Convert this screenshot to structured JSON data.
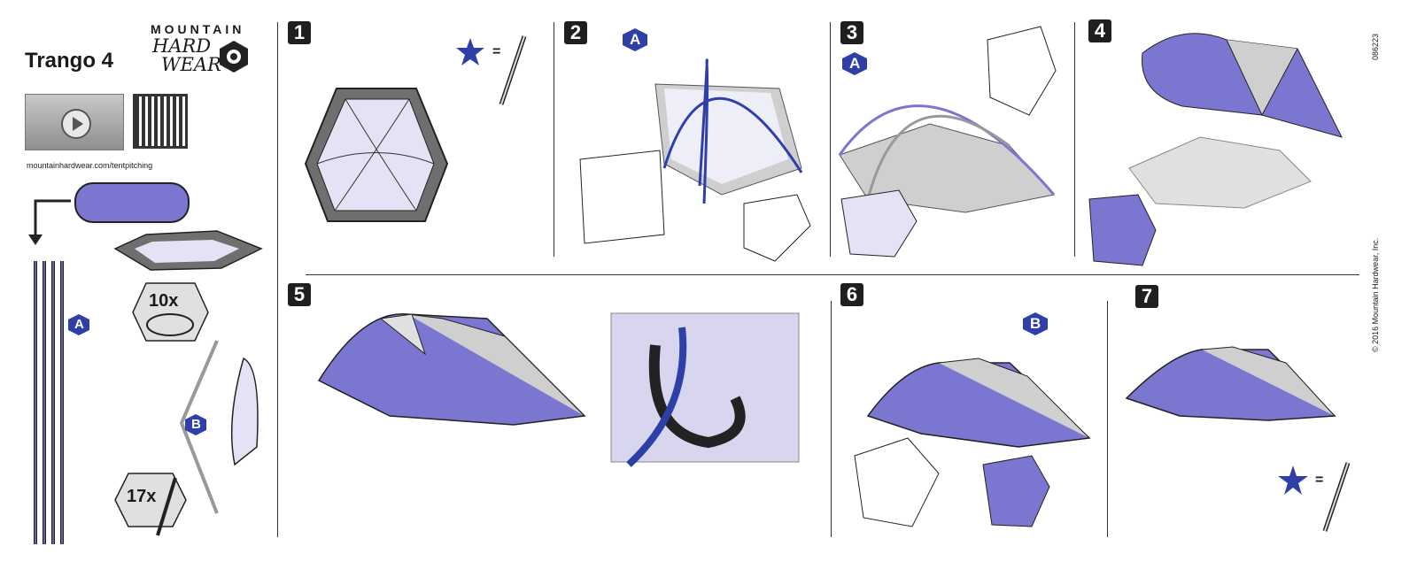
{
  "header": {
    "product_name": "Trango 4",
    "brand_top": "MOUNTAIN",
    "brand_line1": "HARD",
    "brand_line2": "WEAR",
    "url": "mountainhardwear.com/tentpitching"
  },
  "parts": {
    "pole_label": "A",
    "stake_loop_count": "10x",
    "strut_label": "B",
    "stake_count": "17x"
  },
  "steps": [
    "1",
    "2",
    "3",
    "4",
    "5",
    "6",
    "7"
  ],
  "legend_equals": "=",
  "callout_A": "A",
  "callout_B": "B",
  "side": {
    "doc_number": "086223",
    "copyright": "© 2016 Mountain Hardwear, Inc."
  },
  "colors": {
    "fly_purple": "#7b77d0",
    "pole_blue": "#2f3fa8",
    "accent_navy": "#1f2f8a",
    "floor_gray": "#6f6f6f",
    "light_gray": "#cfcfcf",
    "canopy_lavender": "#e4e2f4"
  },
  "icons": [
    "play-icon",
    "star-icon",
    "stake-icon",
    "arrow-icon"
  ]
}
